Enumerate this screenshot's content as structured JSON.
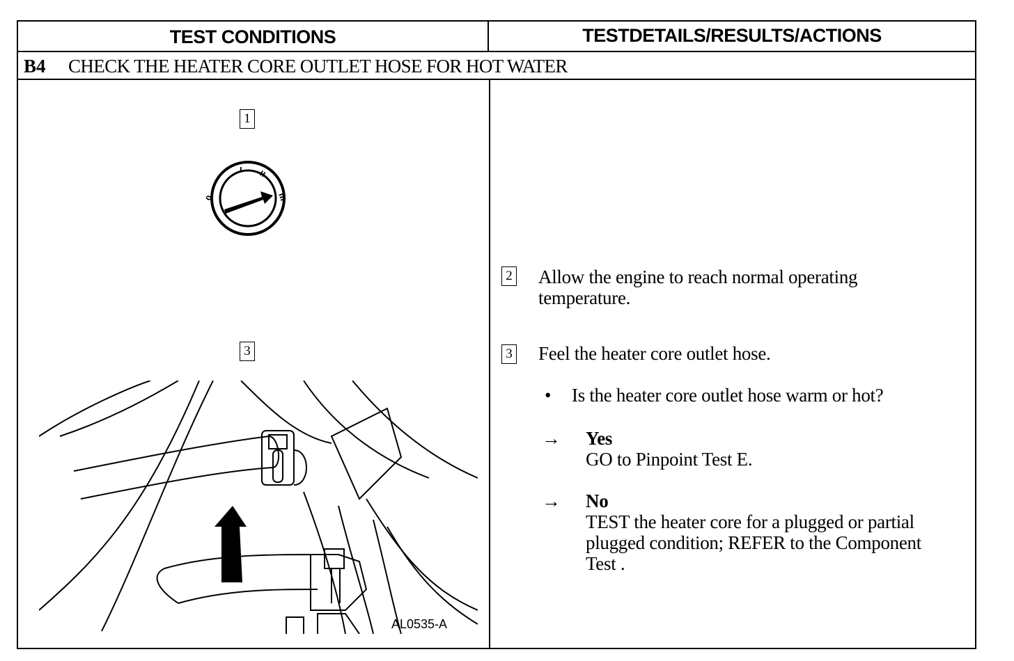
{
  "header": {
    "left_title": "TEST CONDITIONS",
    "right_title": "TESTDETAILS/RESULTS/ACTIONS"
  },
  "step": {
    "code": "B4",
    "title": "CHECK THE HEATER CORE OUTLET HOSE FOR HOT WATER"
  },
  "illustrations": {
    "ignition": {
      "callout": "1",
      "labels": [
        "0",
        "I",
        "II",
        "III"
      ]
    },
    "hose": {
      "callout": "3",
      "figure_id": "AL0535-A"
    }
  },
  "details": {
    "item2": {
      "number": "2",
      "line1": "Allow the engine to reach normal operating",
      "line2": "temperature."
    },
    "item3": {
      "number": "3",
      "text": "Feel the heater core outlet hose."
    },
    "question": {
      "bullet": "•",
      "text": "Is the heater core outlet hose warm or hot?"
    },
    "yes": {
      "arrow": "→",
      "label": "Yes",
      "action": "GO to Pinpoint Test E."
    },
    "no": {
      "arrow": "→",
      "label": "No",
      "line1": "TEST the heater core for a plugged or partial",
      "line2": "plugged condition; REFER to the Component",
      "line3": "Test ."
    }
  }
}
